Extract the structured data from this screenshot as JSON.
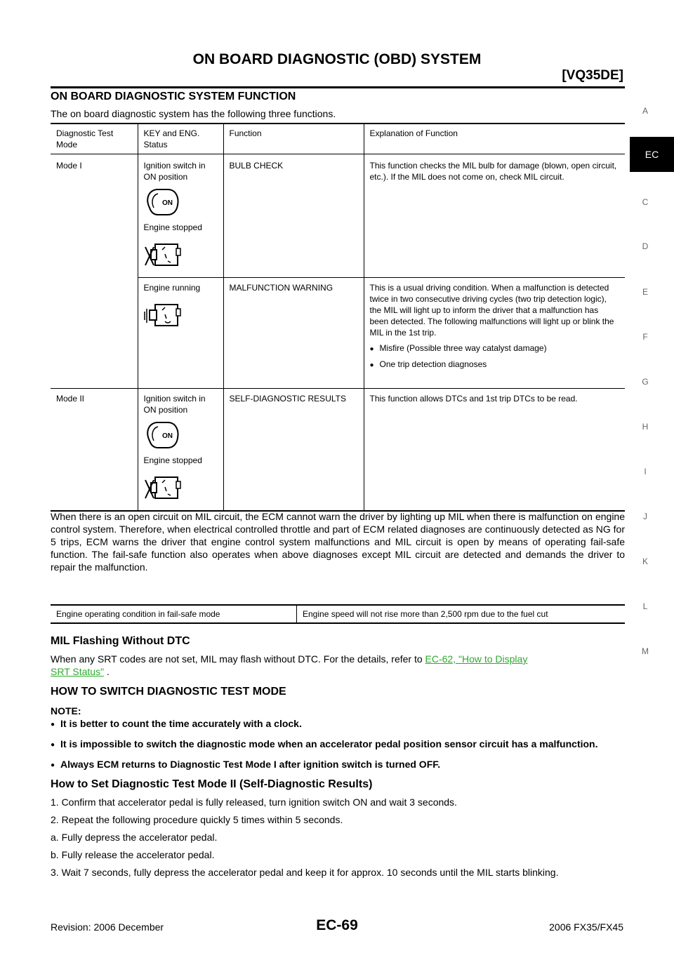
{
  "header": {
    "title": "ON BOARD DIAGNOSTIC (OBD) SYSTEM",
    "engine": "[VQ35DE]"
  },
  "side_index": {
    "letters": [
      "A",
      "C",
      "D",
      "E",
      "F",
      "G",
      "H",
      "I",
      "J",
      "K",
      "L",
      "M"
    ],
    "active": "EC"
  },
  "section1": {
    "heading": "ON BOARD DIAGNOSTIC SYSTEM FUNCTION",
    "intro": "The on board diagnostic system has the following three functions.",
    "table": {
      "headers": [
        "Diagnostic Test Mode",
        "KEY and ENG. Status",
        "Function",
        "Explanation of Function"
      ],
      "row1": {
        "mode": "Mode I",
        "status_a": "Ignition switch in ON position",
        "status_b": "Engine stopped",
        "function": "BULB CHECK",
        "explanation": "This function checks the MIL bulb for damage (blown, open circuit, etc.). If the MIL does not come on, check MIL circuit."
      },
      "row2": {
        "status": "Engine running",
        "function": "MALFUNCTION WARNING",
        "explanation": "This is a usual driving condition. When a malfunction is detected twice in two consecutive driving cycles (two trip detection logic), the MIL will light up to inform the driver that a malfunction has been detected. The following malfunctions will light up or blink the MIL in the 1st trip.",
        "bullets": [
          "Misfire (Possible three way catalyst damage)",
          "One trip detection diagnoses"
        ]
      },
      "row3": {
        "mode": "Mode II",
        "status_a": "Ignition switch in ON position",
        "status_b": "Engine stopped",
        "function": "SELF-DIAGNOSTIC RESULTS",
        "explanation": "This function allows DTCs and 1st trip DTCs to be read."
      },
      "key_label": "ON"
    },
    "after_text": "When there is an open circuit on MIL circuit, the ECM cannot warn the driver by lighting up MIL when there is malfunction on engine control system. Therefore, when electrical controlled throttle and part of ECM related diagnoses are continuously detected as NG for 5 trips, ECM warns the driver that engine control system malfunctions and MIL circuit is open by means of operating fail-safe function. The fail-safe function also operates when above diagnoses except MIL circuit are detected and demands the driver to repair the malfunction.",
    "failsafe": {
      "left": "Engine operating condition in fail-safe mode",
      "right": "Engine speed will not rise more than 2,500 rpm due to the fuel cut"
    }
  },
  "section2": {
    "heading": "MIL Flashing Without DTC",
    "text": "When any SRT codes are not set, MIL may flash without DTC. For the details, refer to",
    "link1": "EC-62, \"How to Display",
    "link2": "SRT Status\"",
    "tail": "."
  },
  "section3": {
    "heading": "HOW TO SWITCH DIAGNOSTIC TEST MODE",
    "note_label": "NOTE:",
    "notes": [
      "It is better to count the time accurately with a clock.",
      "It is impossible to switch the diagnostic mode when an accelerator pedal position sensor circuit has a malfunction.",
      "Always ECM returns to Diagnostic Test Mode I after ignition switch is turned OFF."
    ]
  },
  "section4": {
    "heading": "How to Set Diagnostic Test Mode II (Self-Diagnostic Results)",
    "steps": [
      "1. Confirm that accelerator pedal is fully released, turn ignition switch ON and wait 3 seconds.",
      "2. Repeat the following procedure quickly 5 times within 5 seconds.",
      "a. Fully depress the accelerator pedal.",
      "b. Fully release the accelerator pedal.",
      "3. Wait 7 seconds, fully depress the accelerator pedal and keep it for approx. 10 seconds until the MIL starts blinking."
    ]
  },
  "footer": {
    "revision": "Revision: 2006 December",
    "page": "EC-69",
    "model": "2006 FX35/FX45"
  }
}
